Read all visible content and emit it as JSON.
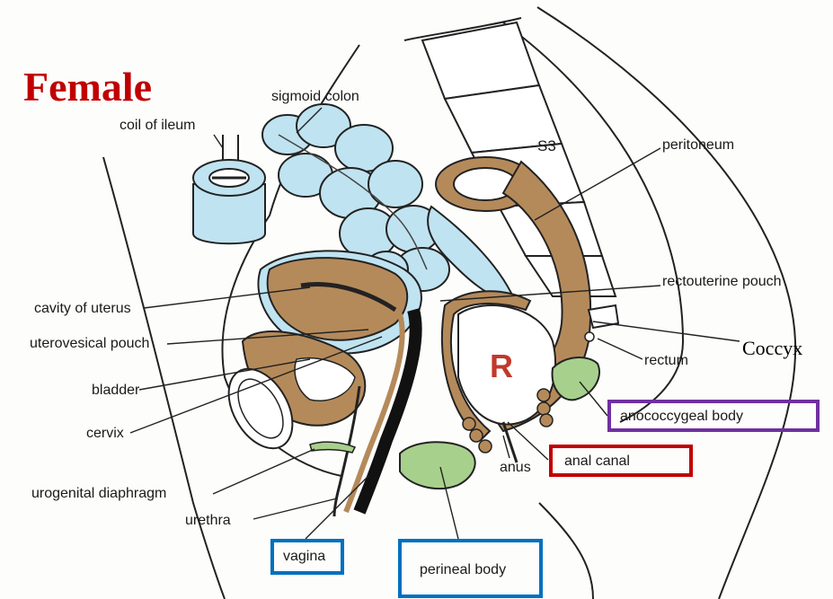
{
  "title": "Female",
  "rectum_marker": "R",
  "vertebra_label": "S3",
  "labels": {
    "sigmoid_colon": "sigmoid colon",
    "coil_of_ileum": "coil of  ileum",
    "peritoneum": "peritoneum",
    "rectouterine_pouch": "rectouterine pouch",
    "cavity_of_uterus": "cavity of uterus",
    "uterovesical_pouch": "uterovesical pouch",
    "bladder": "bladder",
    "cervix": "cervix",
    "rectum": "rectum",
    "coccyx": "Coccyx",
    "anococcygeal_body": "anococcygeal body",
    "anus": "anus",
    "anal_canal": "anal canal",
    "urogenital_diaphragm": "urogenital diaphragm",
    "urethra": "urethra",
    "vagina": "vagina",
    "perineal_body": "perineal body"
  },
  "colors": {
    "title": "#c00000",
    "marker": "#c0392b",
    "tissue_brown": "#b58a5a",
    "tissue_blue": "#bfe3f0",
    "tissue_green": "#a8d08d",
    "box_purple": "#7030a0",
    "box_red": "#c00000",
    "box_blue": "#0070c0"
  }
}
